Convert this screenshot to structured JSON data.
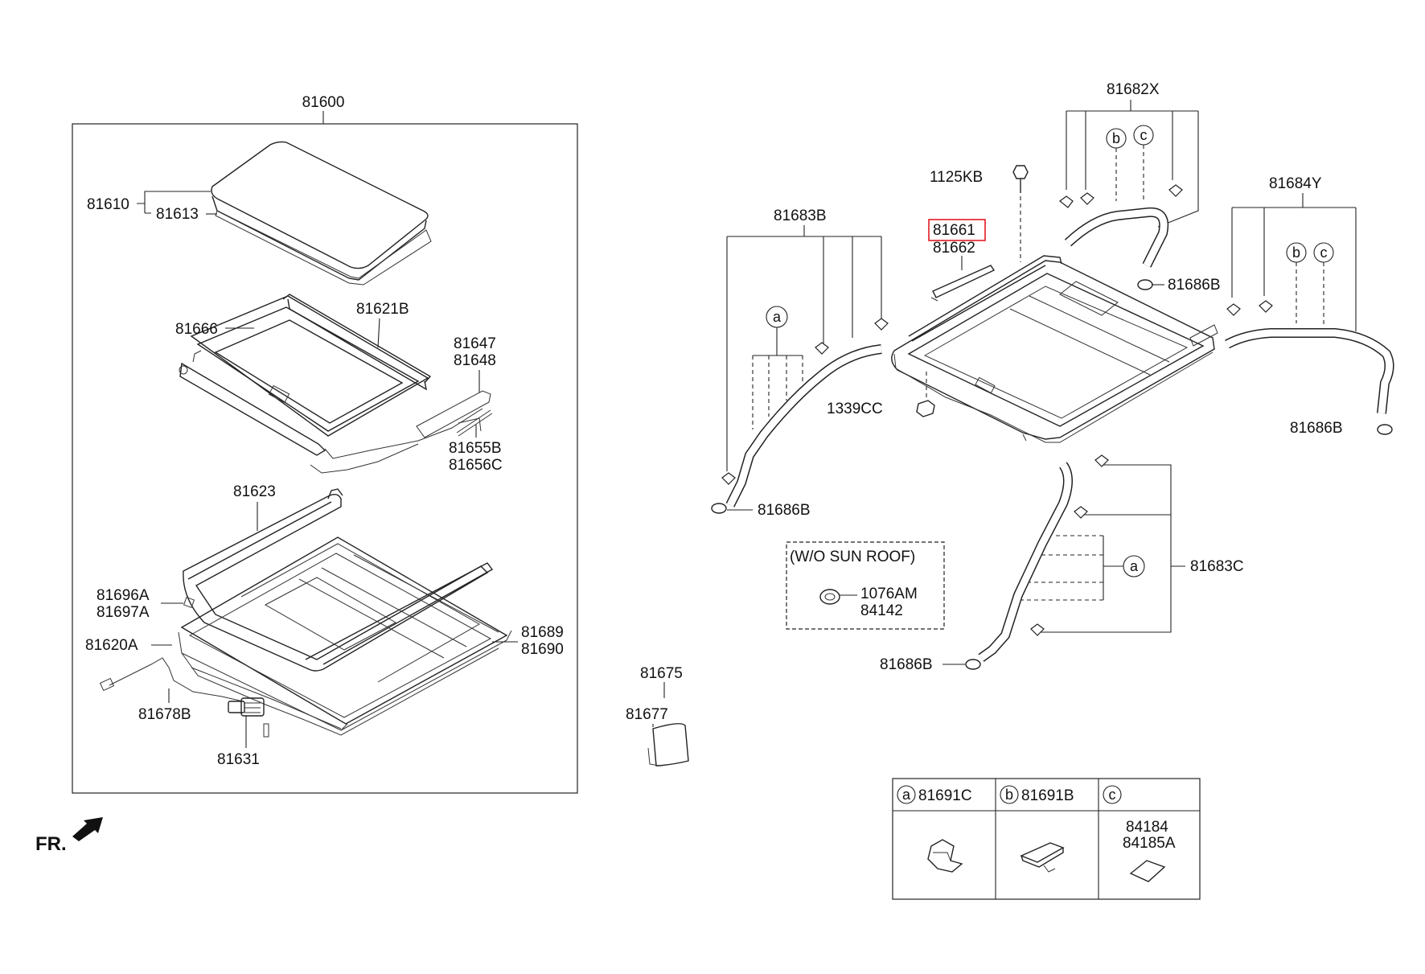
{
  "diagram": {
    "left_group": {
      "assembly": "81600",
      "labels": {
        "glass_a": "81610",
        "glass_b": "81613",
        "sunshade": "81666",
        "sunshade_frame": "81621B",
        "cable_a": "81647",
        "cable_b": "81648",
        "rail_a": "81655B",
        "rail_b": "81656C",
        "seal": "81623",
        "clip_a": "81696A",
        "clip_b": "81697A",
        "frame": "81620A",
        "bracket_a": "81689",
        "bracket_b": "81690",
        "wiring": "81678B",
        "motor": "81631"
      }
    },
    "right_group": {
      "labels": {
        "hose_rear_left_set": "81682X",
        "bolt": "1125KB",
        "deflector_a": "81661",
        "deflector_b": "81662",
        "hose_front_left_set": "81683B",
        "hose_rear_right_set": "81684Y",
        "grommet_1": "81686B",
        "grommet_2": "81686B",
        "grommet_3": "81686B",
        "grommet_4": "81686B",
        "nut": "1339CC",
        "hose_front_right_set": "81683C"
      },
      "highlighted": "81661",
      "wo_sunroof": {
        "title": "(W/O SUN ROOF)",
        "part_a": "1076AM",
        "part_b": "84142"
      }
    },
    "misc": {
      "label_a": "81675",
      "label_b": "81677"
    },
    "callouts": {
      "a": "a",
      "b": "b",
      "c": "c"
    },
    "legend": {
      "a_part": "81691C",
      "b_part": "81691B",
      "c_part_1": "84184",
      "c_part_2": "84185A"
    },
    "front_indicator": "FR.",
    "colors": {
      "highlight": "#e31b23",
      "line": "#222222"
    }
  }
}
